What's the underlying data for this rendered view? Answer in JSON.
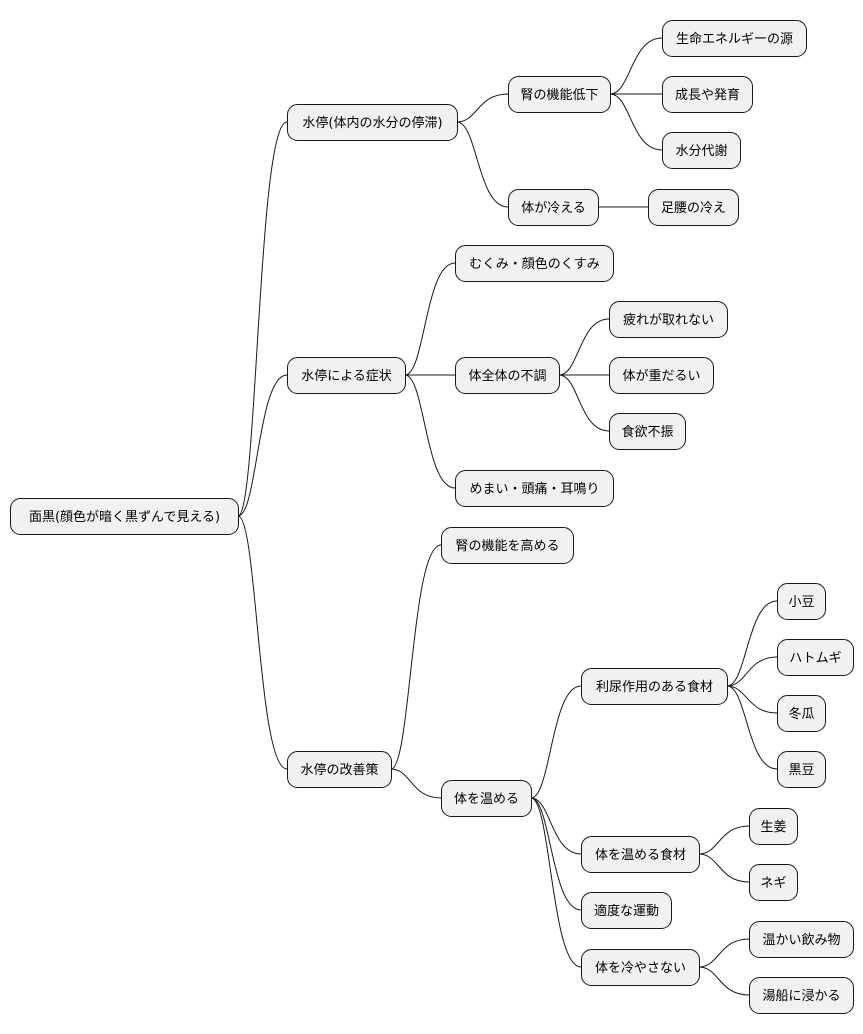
{
  "mindmap": {
    "root": {
      "label": "面黒(顔色が暗く黒ずんで見える)",
      "children": [
        {
          "label": "水停(体内の水分の停滞)",
          "children": [
            {
              "label": "腎の機能低下",
              "children": [
                {
                  "label": "生命エネルギーの源"
                },
                {
                  "label": "成長や発育"
                },
                {
                  "label": "水分代謝"
                }
              ]
            },
            {
              "label": "体が冷える",
              "children": [
                {
                  "label": "足腰の冷え"
                }
              ]
            }
          ]
        },
        {
          "label": "水停による症状",
          "children": [
            {
              "label": "むくみ・顔色のくすみ"
            },
            {
              "label": "体全体の不調",
              "children": [
                {
                  "label": "疲れが取れない"
                },
                {
                  "label": "体が重だるい"
                },
                {
                  "label": "食欲不振"
                }
              ]
            },
            {
              "label": "めまい・頭痛・耳鳴り"
            }
          ]
        },
        {
          "label": "水停の改善策",
          "children": [
            {
              "label": "腎の機能を高める"
            },
            {
              "label": "体を温める",
              "children": [
                {
                  "label": "利尿作用のある食材",
                  "children": [
                    {
                      "label": "小豆"
                    },
                    {
                      "label": "ハトムギ"
                    },
                    {
                      "label": "冬瓜"
                    },
                    {
                      "label": "黒豆"
                    }
                  ]
                },
                {
                  "label": "体を温める食材",
                  "children": [
                    {
                      "label": "生姜"
                    },
                    {
                      "label": "ネギ"
                    }
                  ]
                },
                {
                  "label": "適度な運動"
                },
                {
                  "label": "体を冷やさない",
                  "children": [
                    {
                      "label": "温かい飲み物"
                    },
                    {
                      "label": "湯船に浸かる"
                    }
                  ]
                }
              ]
            }
          ]
        }
      ]
    }
  }
}
